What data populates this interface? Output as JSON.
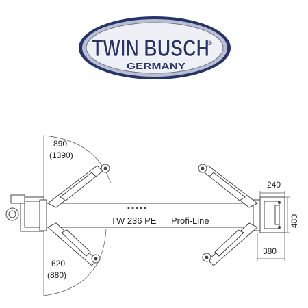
{
  "logo": {
    "brand": "TWIN BUSCH",
    "registered_mark": "®",
    "subtitle": "GERMANY",
    "colors": {
      "navy": "#27346b",
      "silver": "#b9bfd0",
      "ring": "#6b7492"
    }
  },
  "diagram": {
    "model": "TW 236 PE",
    "line_name": "Profi-Line",
    "dimensions": {
      "front_arm": "890",
      "front_arm_alt": "(1390)",
      "rear_arm": "620",
      "rear_arm_alt": "(880)",
      "column_width": "240",
      "column_depth": "480",
      "column_offset": "380"
    }
  }
}
